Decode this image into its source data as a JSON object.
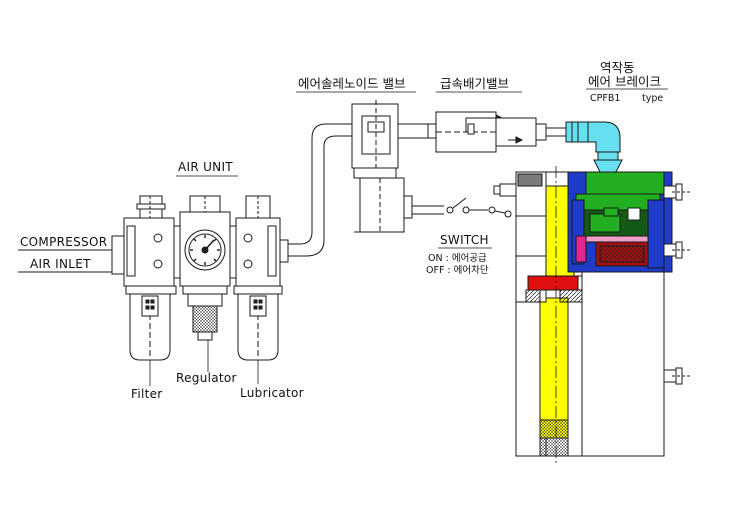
{
  "labels": {
    "compressor_line1": "COMPRESSOR",
    "compressor_line2": "AIR INLET",
    "air_unit": "AIR UNIT",
    "solenoid_valve": "에어솔레노이드 밸브",
    "quick_exhaust_valve": "급속배기밸브",
    "brake_line1": "역작동",
    "brake_line2": "에어 브레이크",
    "brake_model": "CPFB1",
    "brake_type": "type",
    "switch_title": "SWITCH",
    "switch_on": "ON : 에어공급",
    "switch_off": "OFF : 에어차단",
    "filter": "Filter",
    "regulator": "Regulator",
    "lubricator": "Lubricator"
  },
  "colors": {
    "line": "#1a1a1a",
    "yellow": "#ffff00",
    "blue": "#1e3cc8",
    "green": "#22b022",
    "dark_green": "#145a14",
    "red": "#e01010",
    "magenta": "#e02890",
    "pink": "#f0a0c8",
    "cyan": "#66e0f0",
    "dark_red": "#a01010"
  }
}
